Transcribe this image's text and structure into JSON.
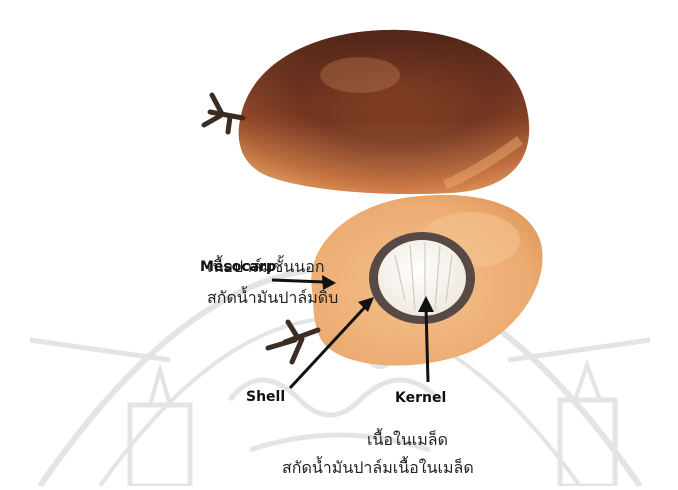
{
  "labels": {
    "mesocarp": "Mesocarp",
    "shell": "Shell",
    "kernel": "Kernel",
    "thai_mesocarp_line1": "เนื้อปาล์มชั้นนอก",
    "thai_mesocarp_line2": "สกัดน้ำมันปาล์มดิบ",
    "thai_kernel_line1": "เนื้อในเมล็ด",
    "thai_kernel_line2": "สกัดน้ำมันปาล์มเนื้อในเมล็ด"
  },
  "colors": {
    "whole_fruit_top": "#5a2a1c",
    "whole_fruit_base": "#e39a5a",
    "cut_fruit_flesh": "#f2b57a",
    "shell_ring": "#4a4040",
    "kernel": "#f7f5f0",
    "watermark": "#d8d8d8"
  }
}
